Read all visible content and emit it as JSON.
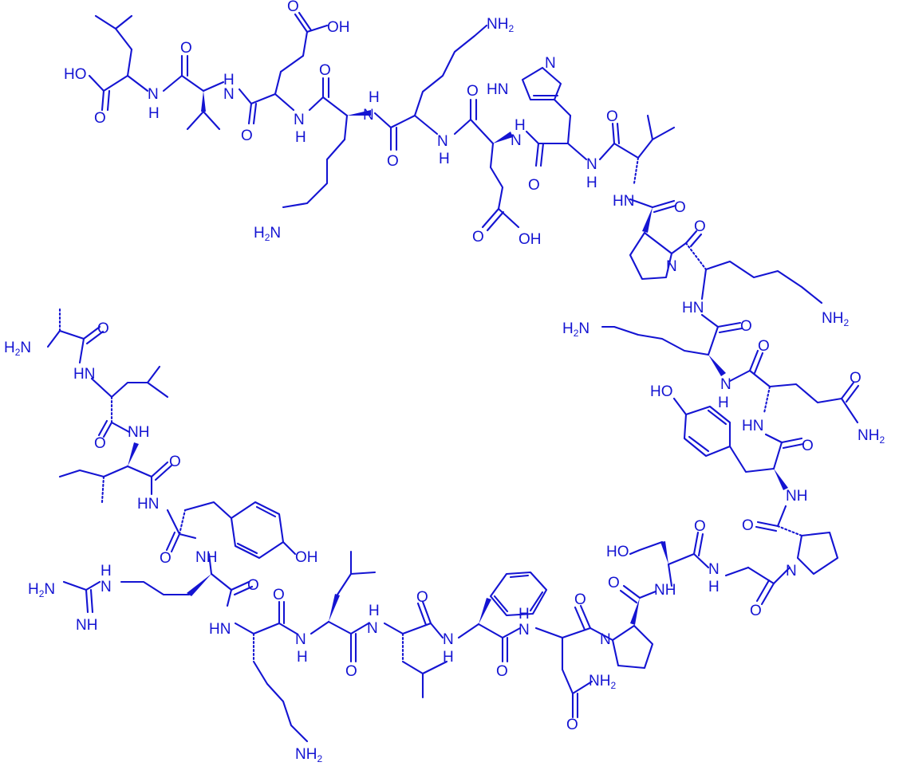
{
  "atoms": {
    "n_amide": "N",
    "h": "H",
    "nh": "NH",
    "hn": "HN",
    "o": "O",
    "oh": "OH",
    "ho": "HO",
    "nh2_base": "NH",
    "h2n_base": "H",
    "h2n_tail": "N",
    "sub2": "2",
    "imine_h": "H",
    "imine_n": "N"
  },
  "colors": {
    "structure": "#1414d2",
    "background": "#ffffff"
  }
}
